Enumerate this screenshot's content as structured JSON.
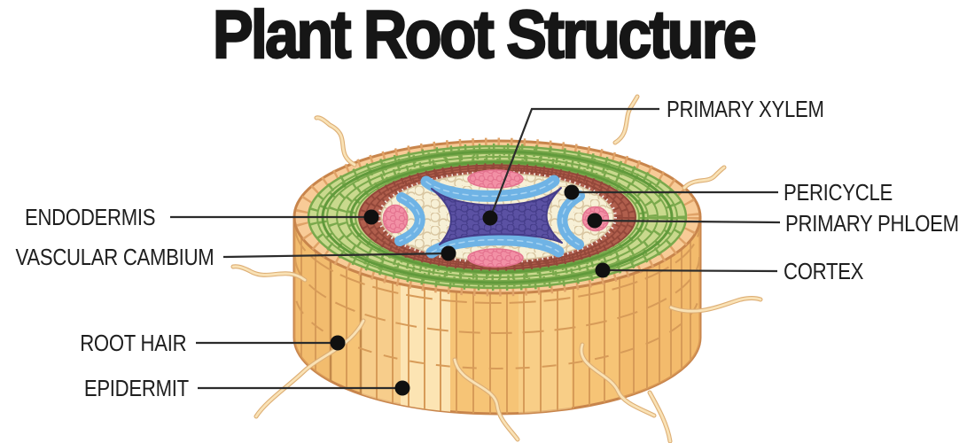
{
  "title": "Plant Root Structure",
  "labels": {
    "primary_xylem": "PRIMARY XYLEM",
    "pericycle": "PERICYCLE",
    "primary_phloem": "PRIMARY PHLOEM",
    "cortex": "CORTEX",
    "endodermis": "ENDODERMIS",
    "vascular_cambium": "VASCULAR CAMBIUM",
    "root_hair": "ROOT HAIR",
    "epidermit": "EPIDERMIT"
  },
  "colors": {
    "background": "#ffffff",
    "text": "#1e1e1e",
    "leader_line": "#2b2b2b",
    "epidermis_side": "#f6c476",
    "epidermis_side_light": "#fce4b3",
    "epidermis_ring": "#f8cb97",
    "cortex_green": "#c9d98d",
    "cortex_green_line": "#7aa94c",
    "endodermis_brown": "#b15f4d",
    "parenchyma_cream": "#f7f0d6",
    "cambium_blue": "#6fb3e5",
    "phloem_pink": "#f290a5",
    "xylem_purple": "#5b51a3",
    "root_hair_tan": "#f9e2b6"
  }
}
